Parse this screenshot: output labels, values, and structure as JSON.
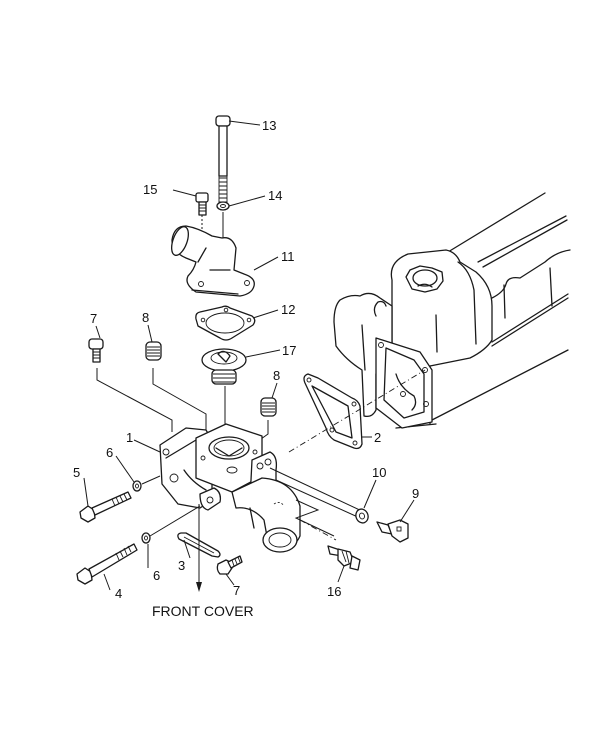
{
  "diagram": {
    "title": "Thermostat housing assembly exploded view",
    "caption": "FRONT COVER",
    "callouts": [
      {
        "id": "c1",
        "label": "1",
        "part": "thermostat housing"
      },
      {
        "id": "c2",
        "label": "2",
        "part": "gasket"
      },
      {
        "id": "c3",
        "label": "3",
        "part": "seal"
      },
      {
        "id": "c4",
        "label": "4",
        "part": "bolt"
      },
      {
        "id": "c5",
        "label": "5",
        "part": "bolt"
      },
      {
        "id": "c6a",
        "label": "6",
        "part": "washer"
      },
      {
        "id": "c6b",
        "label": "6",
        "part": "washer"
      },
      {
        "id": "c7a",
        "label": "7",
        "part": "plug"
      },
      {
        "id": "c7b",
        "label": "7",
        "part": "plug"
      },
      {
        "id": "c8a",
        "label": "8",
        "part": "plug"
      },
      {
        "id": "c8b",
        "label": "8",
        "part": "plug"
      },
      {
        "id": "c9",
        "label": "9",
        "part": "sender"
      },
      {
        "id": "c10",
        "label": "10",
        "part": "washer"
      },
      {
        "id": "c11",
        "label": "11",
        "part": "water outlet"
      },
      {
        "id": "c12",
        "label": "12",
        "part": "gasket"
      },
      {
        "id": "c13",
        "label": "13",
        "part": "bolt"
      },
      {
        "id": "c14",
        "label": "14",
        "part": "washer"
      },
      {
        "id": "c15",
        "label": "15",
        "part": "plug"
      },
      {
        "id": "c16",
        "label": "16",
        "part": "sensor"
      },
      {
        "id": "c17",
        "label": "17",
        "part": "thermostat"
      }
    ]
  }
}
